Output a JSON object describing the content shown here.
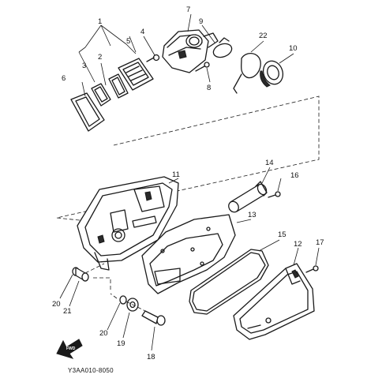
{
  "diagram": {
    "callouts": [
      "1",
      "2",
      "3",
      "4",
      "5",
      "6",
      "7",
      "8",
      "9",
      "22",
      "10",
      "11",
      "14",
      "16",
      "13",
      "15",
      "12",
      "17",
      "20",
      "21",
      "20",
      "19",
      "18"
    ],
    "forward_mark": "FWD",
    "drawing_code": "Y3AA010-8050"
  }
}
